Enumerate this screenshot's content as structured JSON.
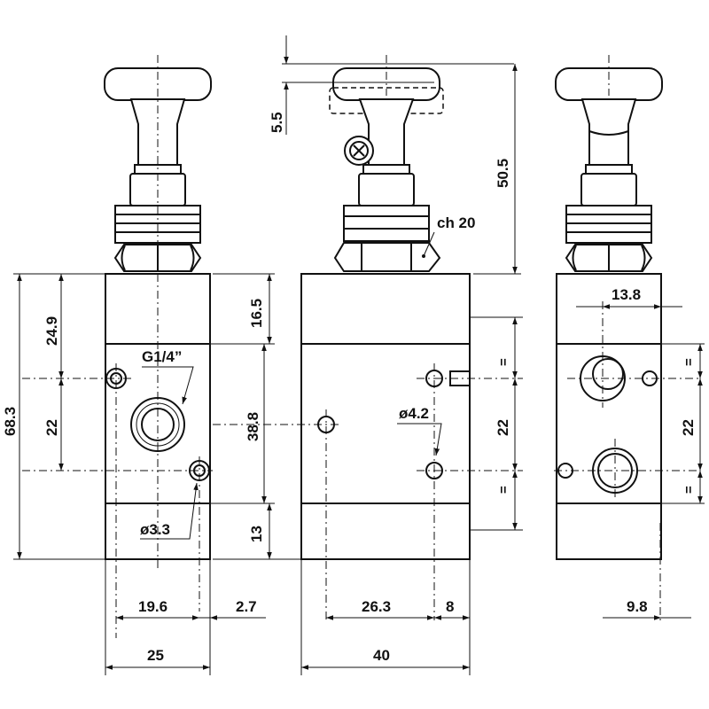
{
  "drawing": {
    "views": [
      "front",
      "side",
      "rear"
    ],
    "dimensions": {
      "cap": "5.5",
      "overall_height": "50.5",
      "wrench": "ch 20",
      "body_height": "68.3",
      "top_24_9": "24.9",
      "middle_22": "22",
      "port_thread": "G1/4”",
      "top_16_5": "16.5",
      "section_38_8": "38.8",
      "bottom_13": "13",
      "hole_3_3": "ø3.3",
      "hole_4_2": "ø4.2",
      "side_spacing_22": "22",
      "rear_spacing_22": "22",
      "rear_13_8": "13.8",
      "front_19_6": "19.6",
      "front_2_7": "2.7",
      "front_width": "25",
      "side_26_3": "26.3",
      "side_8": "8",
      "side_width": "40",
      "rear_9_8": "9.8"
    },
    "equal_marks": [
      "=",
      "=",
      "=",
      "="
    ]
  }
}
